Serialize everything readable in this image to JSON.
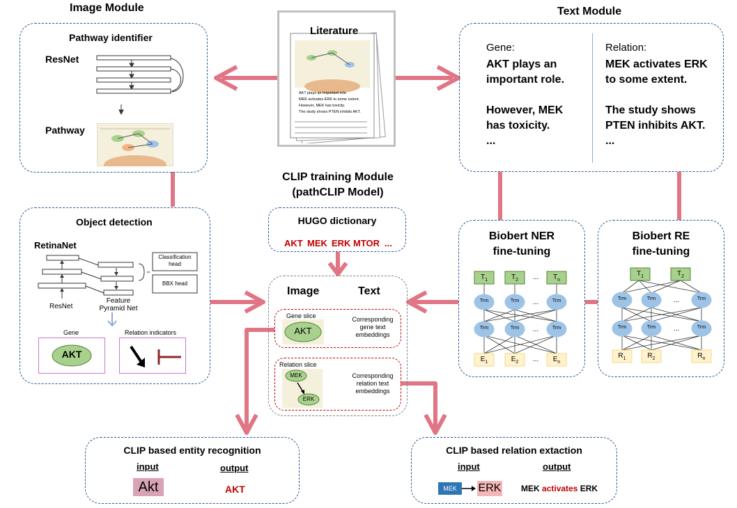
{
  "image_module": {
    "title": "Image Module",
    "pathway_identifier": "Pathway identifier",
    "resnet": "ResNet",
    "pathway": "Pathway"
  },
  "literature": {
    "title": "Literature",
    "doc_lines": [
      "AKT plays an important role.",
      "MEK activates ERK to some extent.",
      "However, MEK has toxicity.",
      "The study shows PTEN inhibits AKT."
    ]
  },
  "text_module": {
    "title": "Text Module",
    "gene_label": "Gene:",
    "gene_lines": [
      "AKT plays an",
      "important role.",
      "",
      "However, MEK",
      "has toxicity.",
      "..."
    ],
    "relation_label": "Relation:",
    "relation_lines": [
      "MEK activates ERK",
      "to some extent.",
      "",
      "The study shows",
      "PTEN inhibits AKT.",
      "..."
    ]
  },
  "clip_module": {
    "title_line1": "CLIP training Module",
    "title_line2": "(pathCLIP Model)",
    "hugo_title": "HUGO dictionary",
    "hugo_terms": [
      "AKT",
      "MEK",
      "ERK",
      "MTOR",
      "..."
    ],
    "image_header": "Image",
    "text_header": "Text",
    "gene_slice": "Gene slice",
    "gene_slice_node": "AKT",
    "gene_embed": [
      "Corresponding",
      "gene text",
      "embeddings"
    ],
    "relation_slice": "Relation slice",
    "relation_node_a": "MEK",
    "relation_node_b": "ERK",
    "relation_embed": [
      "Corresponding",
      "relation text",
      "embeddings"
    ]
  },
  "object_detection": {
    "title": "Object detection",
    "retinanet": "RetinaNet",
    "classification_head": [
      "Classification",
      "head"
    ],
    "bbx_head": "BBX head",
    "resnet": "ResNet",
    "fpn": [
      "Feature",
      "Pyramid Net"
    ],
    "gene": "Gene",
    "gene_node": "AKT",
    "relation_indicators": "Relation indicators"
  },
  "biobert_ner": {
    "title_line1": "Biobert  NER",
    "title_line2": "fine-tuning",
    "outputs": [
      "T1",
      "T2",
      "...",
      "Tn"
    ],
    "trm": "Trm",
    "inputs": [
      "E1",
      "E2",
      "...",
      "En"
    ]
  },
  "biobert_re": {
    "title_line1": "Biobert  RE",
    "title_line2": "fine-tuning",
    "outputs": [
      "T1",
      "T2"
    ],
    "trm": "Trm",
    "inputs": [
      "R1",
      "R2",
      "Rn"
    ]
  },
  "clip_entity": {
    "title": "CLIP based entity recognition",
    "input_label": "input",
    "output_label": "output",
    "input_value": "Akt",
    "output_value": "AKT"
  },
  "clip_relation": {
    "title": "CLIP based relation extaction",
    "input_label": "input",
    "output_label": "output",
    "input_a": "MEK",
    "input_b": "ERK",
    "output_a": "MEK",
    "output_verb": "activates",
    "output_b": "ERK"
  },
  "colors": {
    "dashed_border": "#2f5597",
    "arrow_pink": "#e07585",
    "accent_red": "#c00000",
    "trm_blue": "#9dc3e6",
    "output_green": "#a9d18e",
    "input_yellow": "#fff2cc"
  }
}
